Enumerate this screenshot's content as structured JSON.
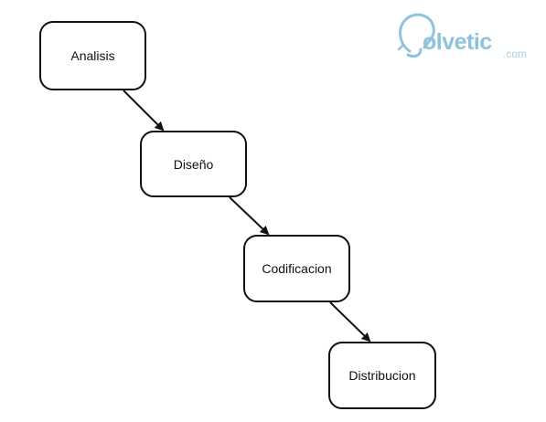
{
  "diagram": {
    "nodes": [
      {
        "id": "analisis",
        "label": "Analisis"
      },
      {
        "id": "diseno",
        "label": "Diseño"
      },
      {
        "id": "codificacion",
        "label": "Codificacion"
      },
      {
        "id": "distribucion",
        "label": "Distribucion"
      }
    ],
    "edges": [
      {
        "from": "analisis",
        "to": "diseno"
      },
      {
        "from": "diseno",
        "to": "codificacion"
      },
      {
        "from": "codificacion",
        "to": "distribucion"
      }
    ]
  },
  "watermark": {
    "text": "olvetic",
    "suffix": ".com",
    "color": "#8fc2dd"
  }
}
